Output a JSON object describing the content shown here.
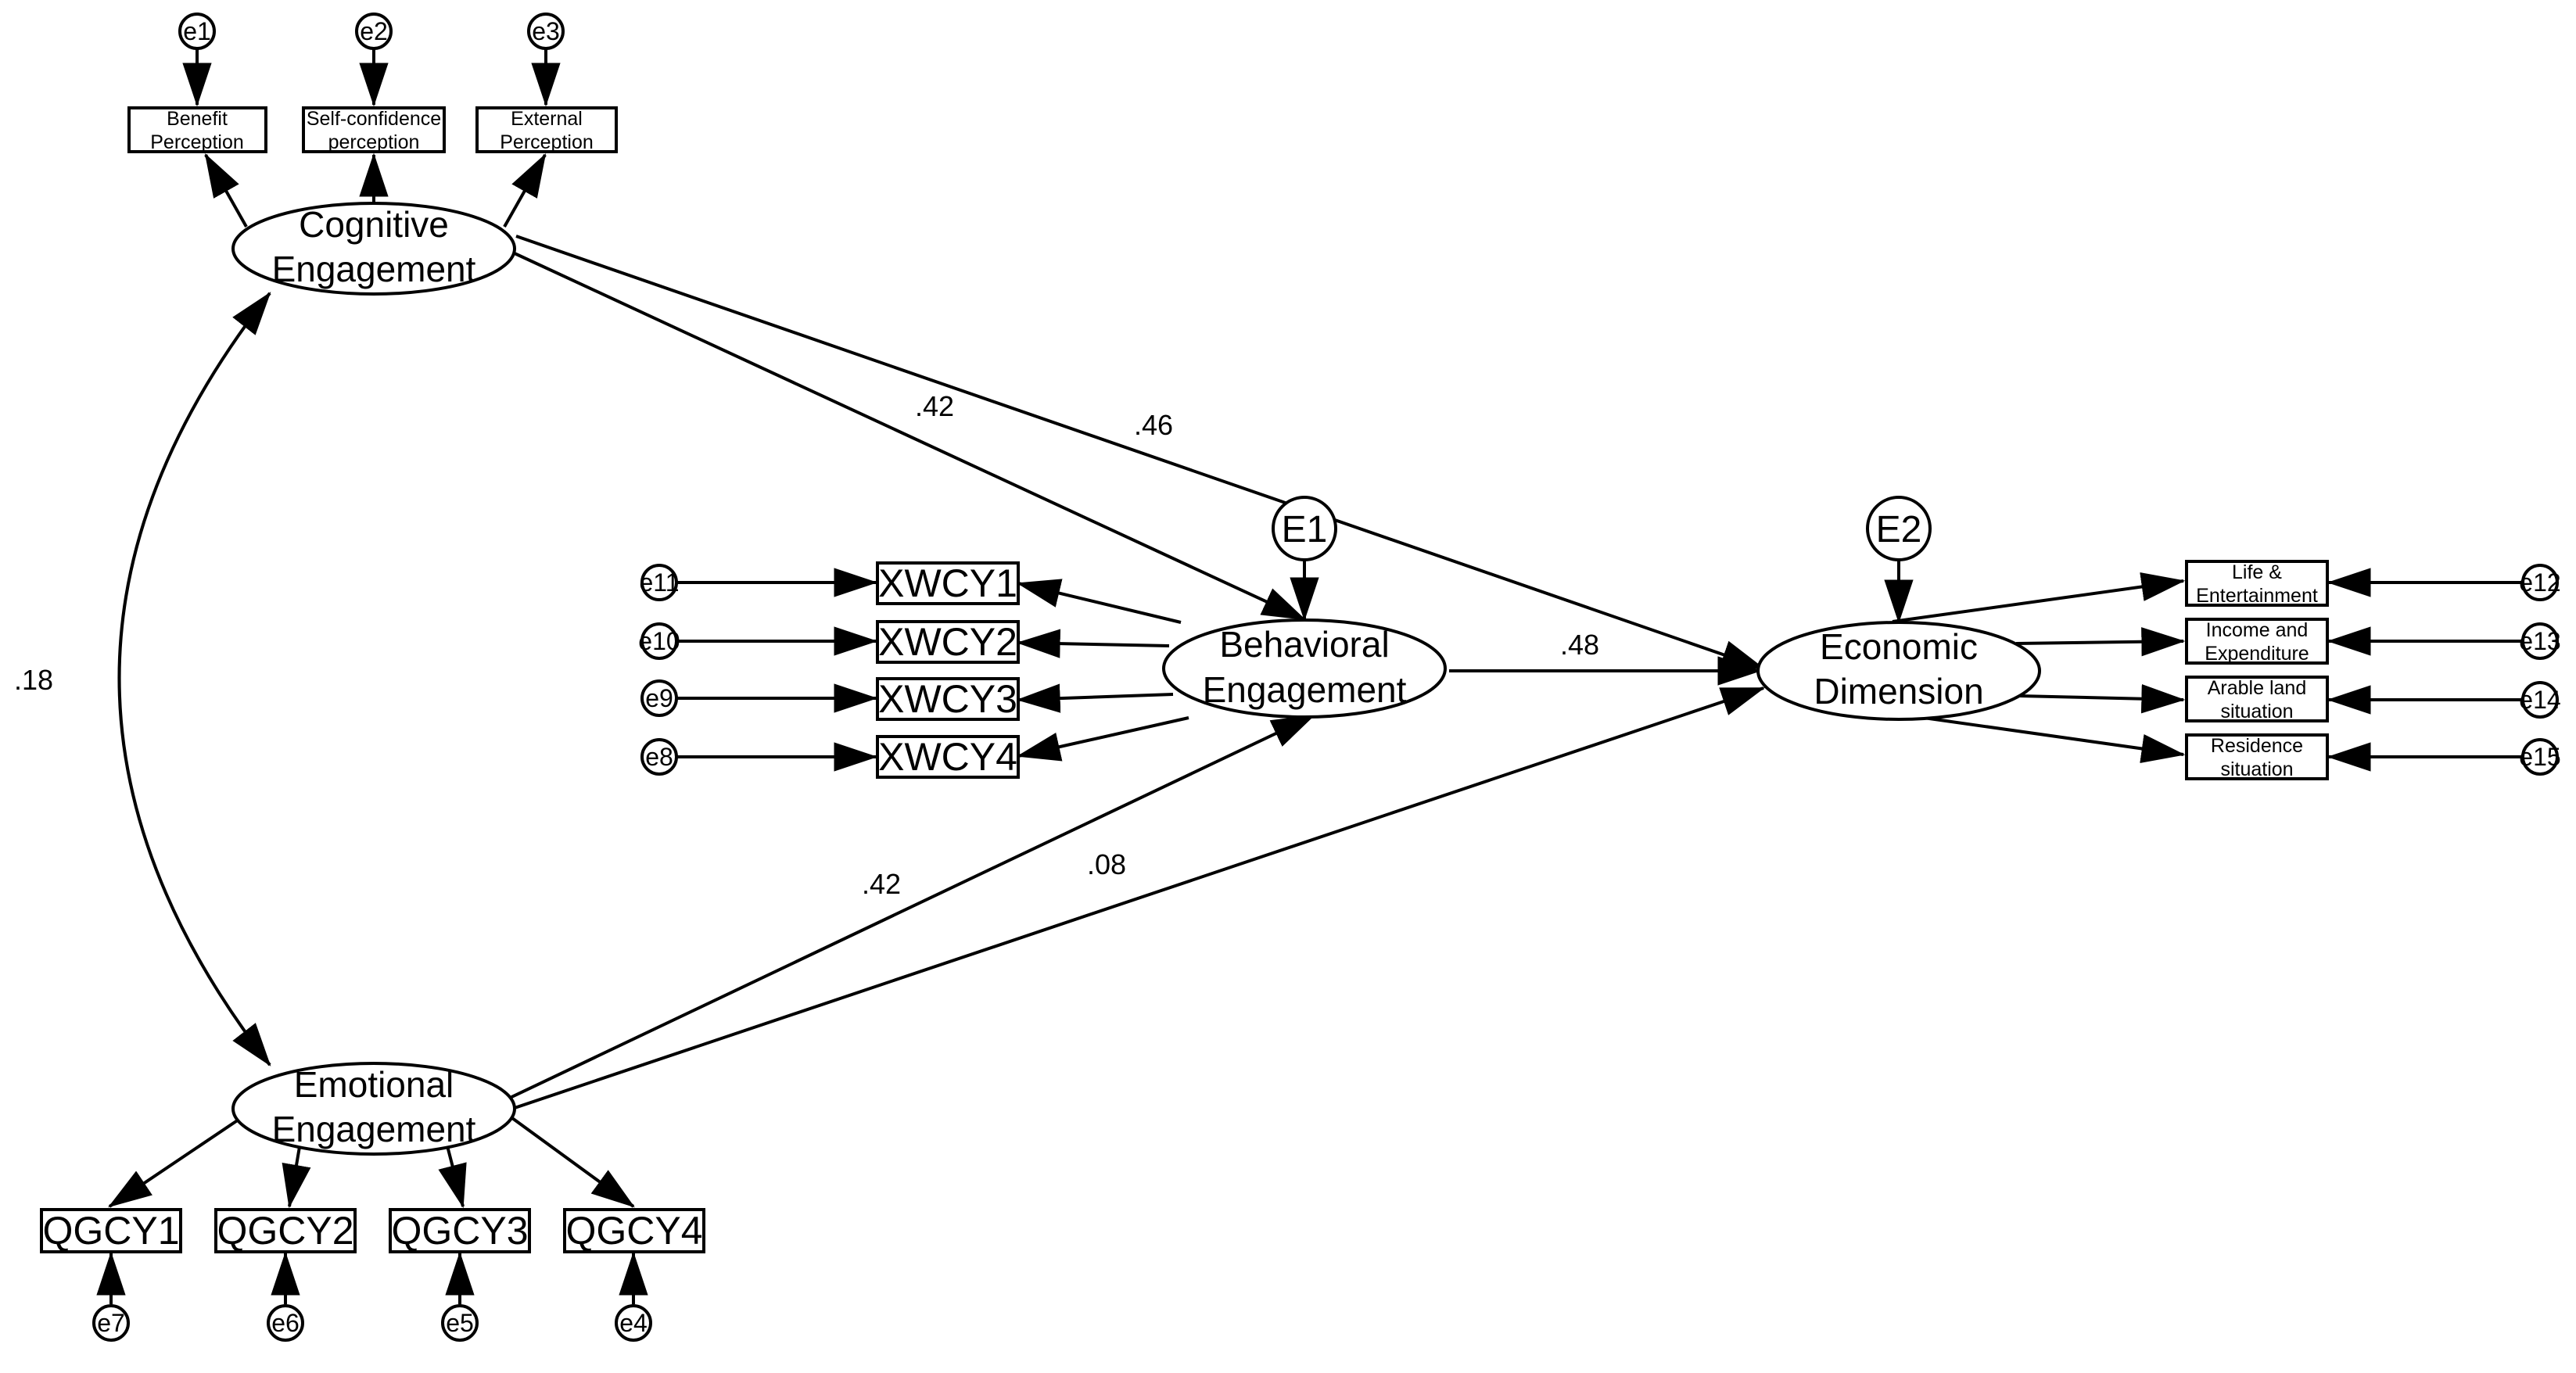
{
  "latents": [
    {
      "id": "cog",
      "lines": [
        "Cognitive",
        "Engagement"
      ]
    },
    {
      "id": "emo",
      "lines": [
        "Emotional",
        "Engagement"
      ]
    },
    {
      "id": "beh",
      "lines": [
        "Behavioral",
        "Engagement"
      ]
    },
    {
      "id": "eco",
      "lines": [
        "Economic",
        "Dimension"
      ]
    }
  ],
  "observed_small": [
    {
      "id": "o-benefit",
      "lines": [
        "Benefit",
        "Perception"
      ]
    },
    {
      "id": "o-selfconf",
      "lines": [
        "Self-confidence",
        "perception"
      ]
    },
    {
      "id": "o-external",
      "lines": [
        "External",
        "Perception"
      ]
    },
    {
      "id": "o-life",
      "lines": [
        "Life &",
        "Entertainment"
      ]
    },
    {
      "id": "o-income",
      "lines": [
        "Income and",
        "Expenditure"
      ]
    },
    {
      "id": "o-arable",
      "lines": [
        "Arable land",
        "situation"
      ]
    },
    {
      "id": "o-residence",
      "lines": [
        "Residence",
        "situation"
      ]
    }
  ],
  "observed_big": [
    {
      "id": "xwcy1",
      "label": "XWCY1"
    },
    {
      "id": "xwcy2",
      "label": "XWCY2"
    },
    {
      "id": "xwcy3",
      "label": "XWCY3"
    },
    {
      "id": "xwcy4",
      "label": "XWCY4"
    },
    {
      "id": "qgcy1",
      "label": "QGCY1"
    },
    {
      "id": "qgcy2",
      "label": "QGCY2"
    },
    {
      "id": "qgcy3",
      "label": "QGCY3"
    },
    {
      "id": "qgcy4",
      "label": "QGCY4"
    }
  ],
  "errors": [
    "e1",
    "e2",
    "e3",
    "e4",
    "e5",
    "e6",
    "e7",
    "e8",
    "e9",
    "e10",
    "e11",
    "e12",
    "e13",
    "e14",
    "e15"
  ],
  "disturbances": [
    "E1",
    "E2"
  ],
  "paths": [
    {
      "from": "Cognitive Engagement",
      "to": "Behavioral Engagement",
      "coef": ".42"
    },
    {
      "from": "Cognitive Engagement",
      "to": "Economic Dimension",
      "coef": ".46"
    },
    {
      "from": "Emotional Engagement",
      "to": "Behavioral Engagement",
      "coef": ".42"
    },
    {
      "from": "Emotional Engagement",
      "to": "Economic Dimension",
      "coef": ".08"
    },
    {
      "from": "Behavioral Engagement",
      "to": "Economic Dimension",
      "coef": ".48"
    }
  ],
  "covariance": {
    "between": [
      "Cognitive Engagement",
      "Emotional Engagement"
    ],
    "coef": ".18"
  }
}
